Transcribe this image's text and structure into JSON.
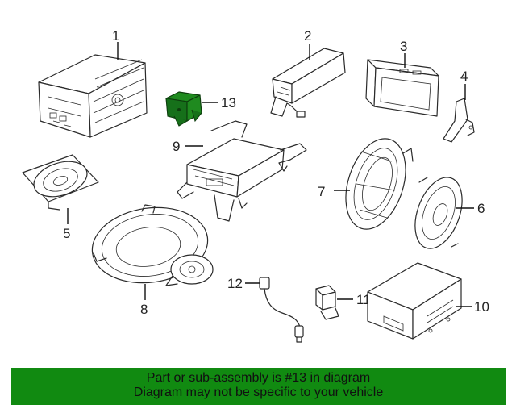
{
  "callouts": {
    "c1": "1",
    "c2": "2",
    "c3": "3",
    "c4": "4",
    "c5": "5",
    "c6": "6",
    "c7": "7",
    "c8": "8",
    "c9": "9",
    "c10": "10",
    "c11": "11",
    "c12": "12",
    "c13": "13"
  },
  "banner": {
    "line1": "Part or sub-assembly is #13 in diagram",
    "line2": "Diagram may not be specific to your vehicle"
  },
  "colors": {
    "highlight": "#1f8a1f",
    "banner": "#118a11"
  }
}
